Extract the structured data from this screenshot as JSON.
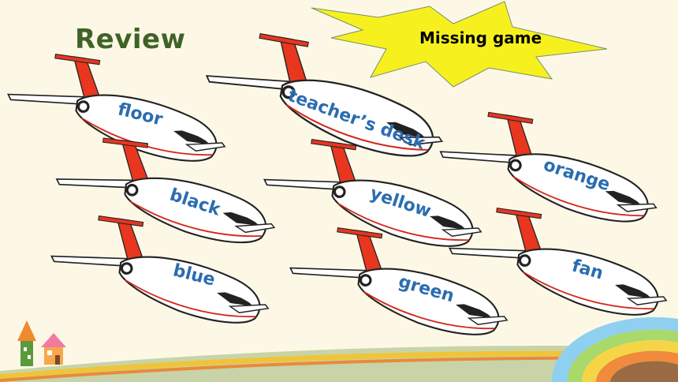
{
  "slide": {
    "title": "Review",
    "game_label": "Missing game"
  },
  "planes": [
    {
      "word": "floor"
    },
    {
      "word": "teacher’s desk"
    },
    {
      "word": "orange"
    },
    {
      "word": "black"
    },
    {
      "word": "yellow"
    },
    {
      "word": "blue"
    },
    {
      "word": "green"
    },
    {
      "word": "fan"
    }
  ],
  "colors": {
    "background": "#fdf8e6",
    "title": "#3f6327",
    "word": "#2a6db0",
    "burst": "#f7f01f",
    "tail": "#e8361f"
  },
  "icons": [
    "airplane-icon",
    "starburst-icon",
    "house-icon",
    "tower-icon",
    "rainbow-decoration"
  ]
}
